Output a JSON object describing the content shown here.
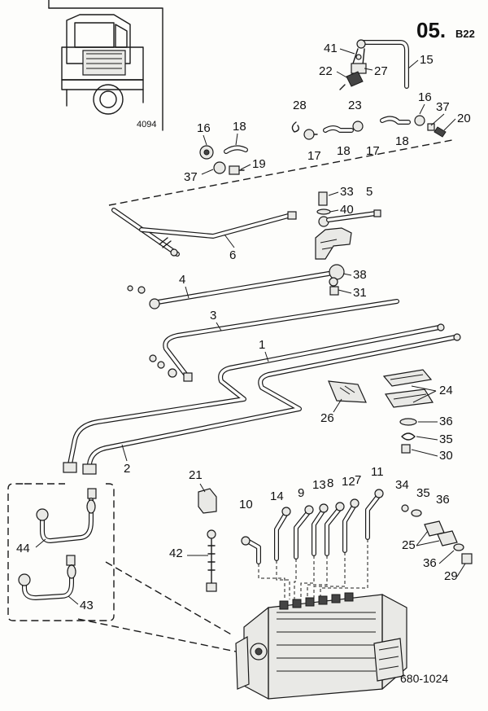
{
  "header": {
    "section": "05.",
    "subsection": "B22"
  },
  "inset_code": "4094",
  "drawing_code": "680-1024",
  "callouts": [
    "41",
    "27",
    "22",
    "23",
    "15",
    "28",
    "16",
    "37",
    "20",
    "17",
    "18",
    "17",
    "18",
    "16",
    "18",
    "37",
    "19",
    "33",
    "40",
    "5",
    "6",
    "38",
    "31",
    "4",
    "3",
    "1",
    "2",
    "24",
    "26",
    "36",
    "35",
    "30",
    "21",
    "14",
    "10",
    "9",
    "13",
    "8",
    "12",
    "7",
    "11",
    "34",
    "35",
    "36",
    "25",
    "36",
    "29",
    "42",
    "44",
    "43"
  ]
}
